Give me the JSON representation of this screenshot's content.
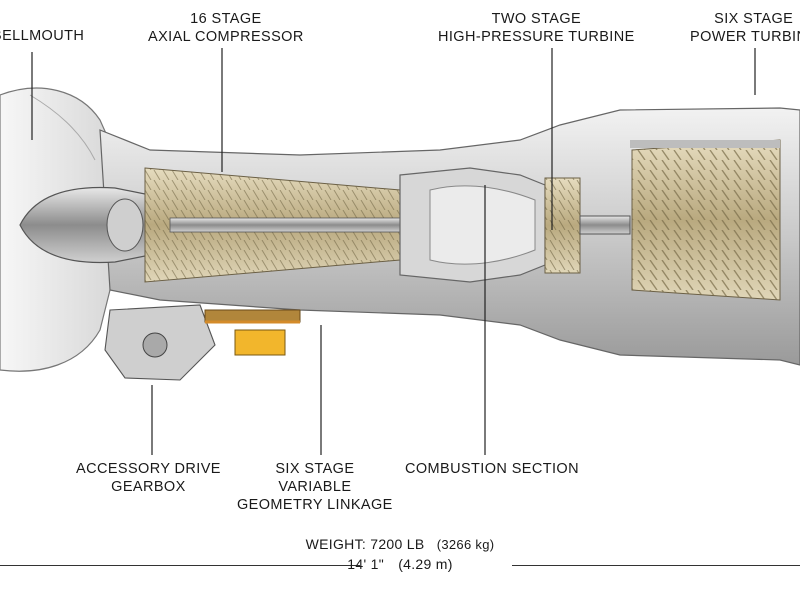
{
  "labels": {
    "bellmouth": "BELLMOUTH",
    "compressor": [
      "16 STAGE",
      "AXIAL COMPRESSOR"
    ],
    "hp_turbine": [
      "TWO STAGE",
      "HIGH-PRESSURE TURBINE"
    ],
    "power_turbine": [
      "SIX STAGE",
      "POWER TURBINE"
    ],
    "gearbox": [
      "ACCESSORY DRIVE",
      "GEARBOX"
    ],
    "linkage": [
      "SIX STAGE",
      "VARIABLE",
      "GEOMETRY LINKAGE"
    ],
    "combustion": "COMBUSTION SECTION"
  },
  "specs": {
    "weight_label": "WEIGHT: 7200 LB",
    "weight_metric": "(3266 kg)",
    "length_imperial": "14' 1\"",
    "length_metric": "(4.29 m)"
  }
}
